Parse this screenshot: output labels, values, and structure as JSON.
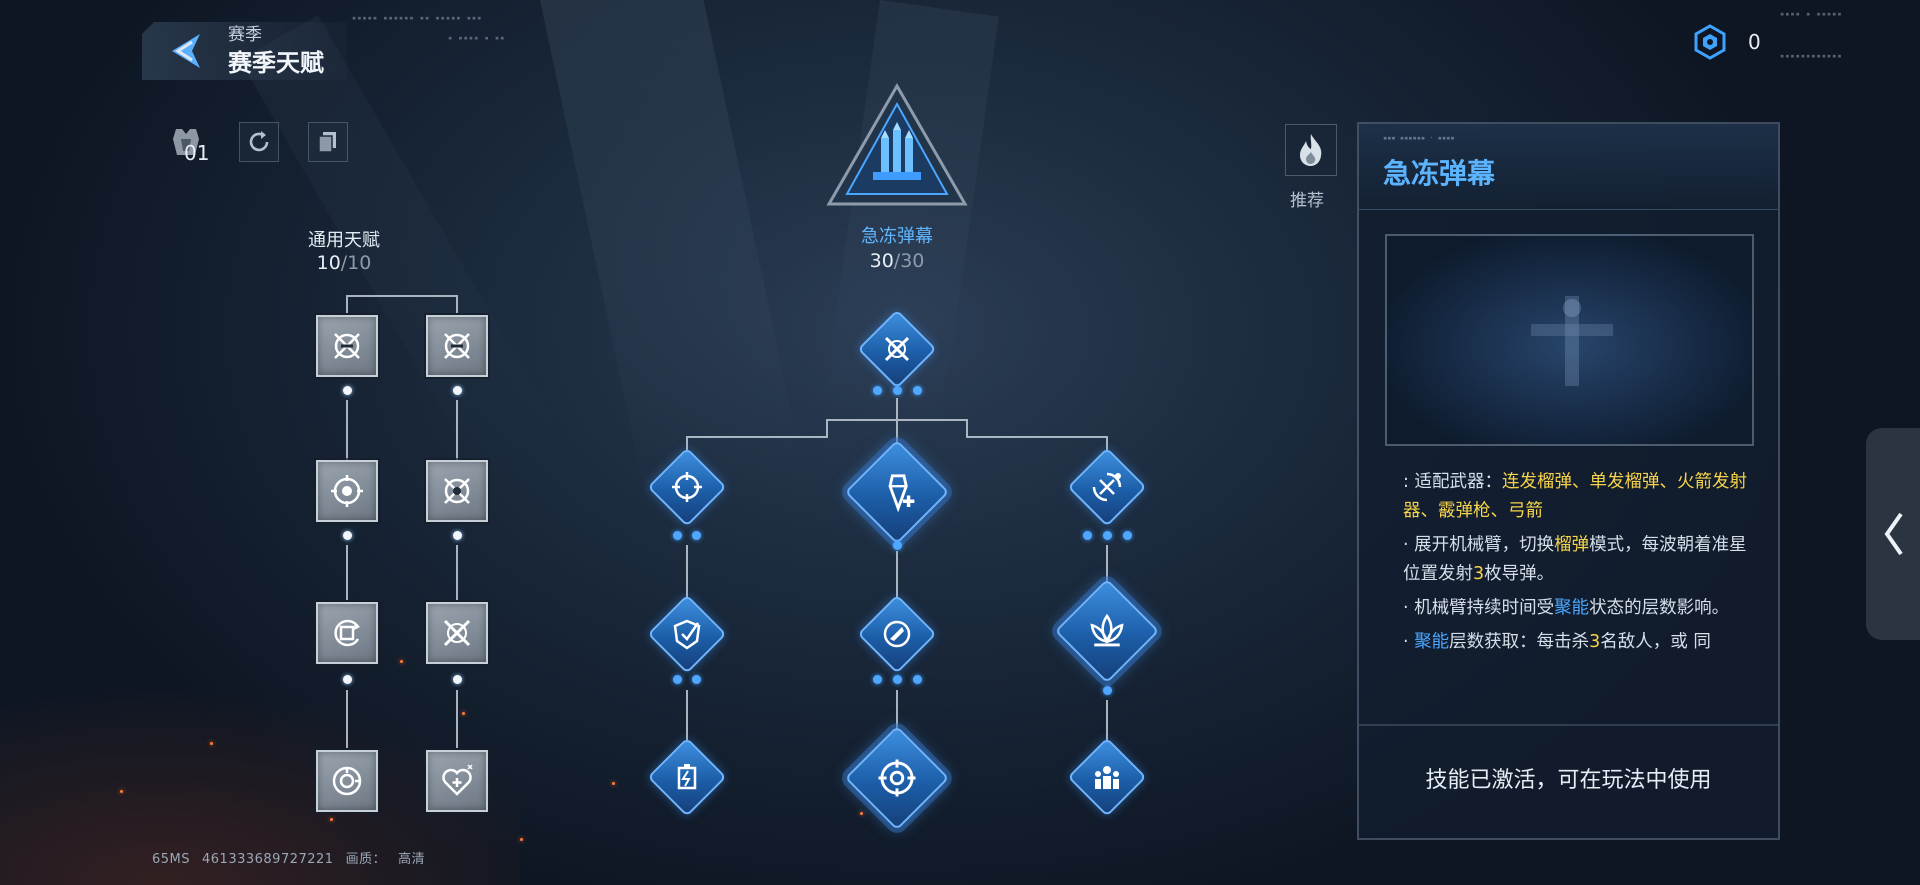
{
  "header": {
    "breadcrumb_parent": "赛季",
    "page_title": "赛季天赋"
  },
  "currency": {
    "value": "0"
  },
  "toolbar": {
    "slot_number": "01"
  },
  "general_talents": {
    "title": "通用天赋",
    "points": "10",
    "max": "/10",
    "column_left_icons": [
      "claw-burst-icon",
      "target-reticle-icon",
      "shield-swap-icon",
      "orb-spark-icon"
    ],
    "column_right_icons": [
      "claw-burst-icon",
      "claw-burst-icon",
      "crossed-blades-icon",
      "heart-boost-icon"
    ]
  },
  "featured_talent": {
    "title": "急冻弹幕",
    "points": "30",
    "max": "/30",
    "emblem_icon": "missile-rack-icon"
  },
  "recommend": {
    "label": "推荐",
    "icon": "flame-icon"
  },
  "detail": {
    "title": "急冻弹幕",
    "weapons_prefix": ": 适配武器：",
    "weapons_list": "连发榴弹、单发榴弹、火箭发射器、霰弹枪、弓箭",
    "line1_a": "· 展开机械臂，切换",
    "line1_hl": "榴弹",
    "line1_b": "模式，每波朝着准星位置发射",
    "line1_num": "3",
    "line1_c": "枚导弹。",
    "line2_a": "· 机械臂持续时间受",
    "line2_hl": "聚能",
    "line2_b": "状态的层数影响。",
    "line3_hl": "聚能",
    "line3_a": "层数获取：每击杀",
    "line3_num": "3",
    "line3_b": "名敌人，或 同",
    "status": "技能已激活，可在玩法中使用"
  },
  "footer": {
    "latency": "65MS",
    "player_id": "461333689727221",
    "quality_label": "画质：",
    "quality_value": "高清"
  },
  "colors": {
    "accent_blue": "#5cb4ff",
    "highlight_yellow": "#f5d34a",
    "highlight_blue": "#4aa6ff"
  }
}
